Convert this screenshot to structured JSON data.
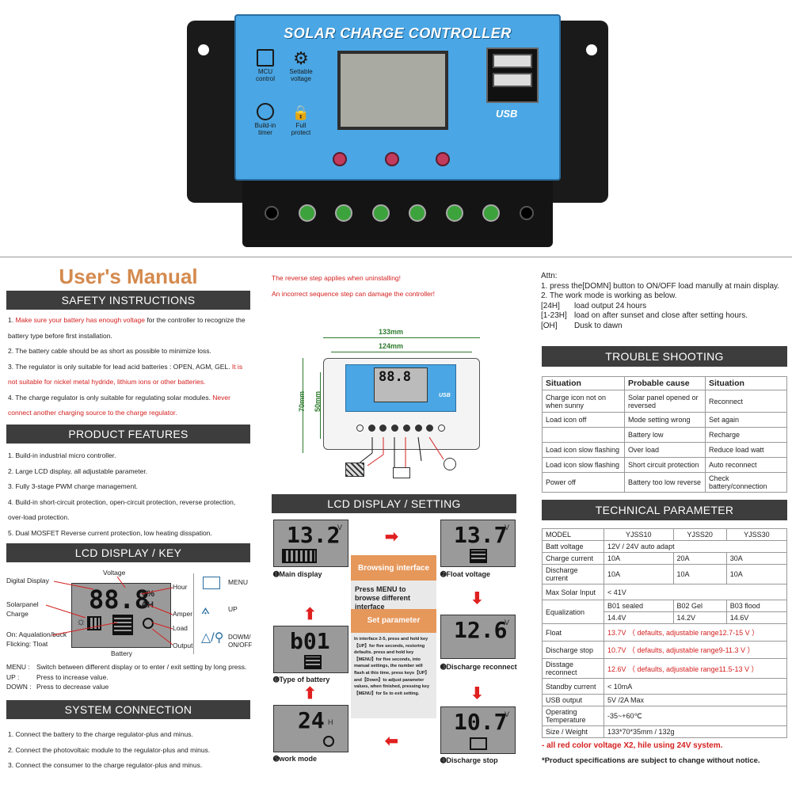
{
  "device": {
    "title": "SOLAR CHARGE CONTROLLER",
    "icons": [
      {
        "label": "MCU control"
      },
      {
        "label": "Settable voltage"
      },
      {
        "label": "Build-in timer"
      },
      {
        "label": "Full protect"
      }
    ],
    "usb": "USB"
  },
  "manual_title": "User's Manual",
  "safety": {
    "header": "SAFETY INSTRUCTIONS",
    "items": [
      {
        "pre": "1. ",
        "red": "Make sure your battery has enough voltage",
        "post": " for the controller to recognize the battery type before first installation."
      },
      {
        "pre": "2. The battery cable should be as short as possible to minimize loss.",
        "red": "",
        "post": ""
      },
      {
        "pre": "3. The regulator is only suitable for lead acid batteries : OPEN, AGM, GEL. ",
        "red": "It is not suitable for nickel metal hydride, lithium ions or other batteries.",
        "post": ""
      },
      {
        "pre": "4. The charge regulator is only suitable for regulating solar modules. ",
        "red": "Never connect another charging source to the charge regulator.",
        "post": ""
      }
    ]
  },
  "features": {
    "header": "PRODUCT FEATURES",
    "items": [
      "1. Build-in industrial micro controller.",
      "2. Large LCD display, all adjustable parameter.",
      "3. Fully 3-stage PWM charge management.",
      "4. Build-in short-circuit protection, open-circuit protection, reverse protection, over-load protection.",
      "5. Dual MOSFET Reverse current protection, low heating disspation."
    ]
  },
  "lcd_key": {
    "header": "LCD DISPLAY / KEY",
    "labels": {
      "digital": "Digital Display",
      "solar": "Solarpanel",
      "charge": "Charge",
      "voltage": "Voltage",
      "hour": "Hour",
      "amper": "Amper",
      "load": "Load",
      "output": "Output",
      "battery": "Battery",
      "aqua": "On: Aqualation/buck",
      "flick": "Flicking: Tloat"
    },
    "digits": "88.8",
    "units1": "V%",
    "units2": "AH",
    "keys": [
      {
        "label": "MENU"
      },
      {
        "label": "UP"
      },
      {
        "label": "DOWM/ ON/OFF"
      }
    ],
    "desc": [
      {
        "k": "MENU :",
        "v": "Switch between different display or to enter / exit setting by long press."
      },
      {
        "k": "UP :",
        "v": "Press to increase value."
      },
      {
        "k": "DOWN :",
        "v": "Press to decrease value"
      }
    ]
  },
  "system": {
    "header": "SYSTEM CONNECTION",
    "items": [
      "1. Connect the battery to the charge regulator-plus and minus.",
      "2. Connect the photovoltaic module to the regulator-plus and minus.",
      "3. Connect the consumer to the charge regulator-plus and minus."
    ]
  },
  "warnings": [
    "The reverse step applies when uninstalling!",
    "An incorrect sequence step can damage the controller!"
  ],
  "dims": {
    "w1": "133mm",
    "w2": "124mm",
    "h1": "70mm",
    "h2": "50mm"
  },
  "lcd_setting": {
    "header": "LCD DISPLAY / SETTING",
    "screens": [
      {
        "value": "13.2",
        "unit": "V",
        "caption": "Main display",
        "num": "1"
      },
      {
        "value": "13.7",
        "unit": "V",
        "caption": "Float voltage",
        "num": "2"
      },
      {
        "value": "12.6",
        "unit": "V",
        "caption": "Discharge reconnect",
        "num": "3"
      },
      {
        "value": "10.7",
        "unit": "V",
        "caption": "Discharge stop",
        "num": "4"
      },
      {
        "value": "24",
        "unit": "H",
        "caption": "work mode",
        "num": "5"
      },
      {
        "value": "b01",
        "unit": "",
        "caption": "Type of battery",
        "num": "6"
      }
    ],
    "browse_title": "Browsing interface",
    "browse_text": "Press MENU to browse different interface",
    "set_title": "Set parameter",
    "set_text": "In interface 2-5, press and hold key【UP】for five seconds, restoring defaults. press and hold key【MENU】for five seconds, into manual settings, the number will flash at this time, press keys【UP】and【Down】to adjust parameter values, when finished, pressing key【MENU】for 5s to exit setting."
  },
  "attn": {
    "title": "Attn:",
    "lines": [
      "1.   press the[DOMN] button to ON/OFF load manully at main display.",
      "2.   The work mode is working as below."
    ],
    "modes": [
      {
        "k": "[24H]",
        "v": "load output 24 hours"
      },
      {
        "k": "[1-23H]",
        "v": "load on after sunset and close after setting hours."
      },
      {
        "k": "[OH]",
        "v": "Dusk to dawn"
      }
    ]
  },
  "trouble": {
    "header": "TROUBLE SHOOTING",
    "cols": [
      "Situation",
      "Probable cause",
      "Situation"
    ],
    "rows": [
      [
        "Charge icon not on when sunny",
        "Solar panel opened or reversed",
        "Reconnect"
      ],
      [
        "Load icon off",
        "Mode setting wrong",
        "Set again"
      ],
      [
        "",
        "Battery low",
        "Recharge"
      ],
      [
        "Load icon slow flashing",
        "Over load",
        "Reduce load watt"
      ],
      [
        "Load icon slow flashing",
        "Short circuit protection",
        "Auto reconnect"
      ],
      [
        "Power off",
        "Battery too low reverse",
        "Check battery/connection"
      ]
    ]
  },
  "tech": {
    "header": "TECHNICAL PARAMETER",
    "model_row": [
      "MODEL",
      "YJSS10",
      "YJSS20",
      "YJSS30"
    ],
    "batt": [
      "Batt voltage",
      "12V / 24V auto adapt"
    ],
    "charge": [
      "Charge current",
      "10A",
      "20A",
      "30A"
    ],
    "discharge": [
      "Discharge current",
      "10A",
      "10A",
      "10A"
    ],
    "maxsolar": [
      "Max Solar Input",
      "< 41V"
    ],
    "equal": [
      "Equalization",
      "B01 sealed",
      "B02 Gel",
      "B03 flood"
    ],
    "equal_vals": [
      "14.4V",
      "14.2V",
      "14.6V"
    ],
    "float": [
      "Float",
      "13.7V （ defaults,  adjustable range12.7-15 V ）"
    ],
    "dstop": [
      "Discharge stop",
      "10.7V （ defaults,  adjustable range9-11.3 V ）"
    ],
    "drec": [
      "Disstage reconnect",
      "12.6V （ defaults,  adjustable range11.5-13 V ）"
    ],
    "standby": [
      "Standby current",
      "< 10mA"
    ],
    "usb": [
      "USB output",
      "5V /2A Max"
    ],
    "temp": [
      "Operating Temperature",
      "-35~+60℃"
    ],
    "size": [
      "Size / Weight",
      "133*70*35mm / 132g"
    ]
  },
  "notes": [
    "- all red color voltage X2,  hile using 24V system.",
    "*Product specifications are subject to change without notice."
  ],
  "colors": {
    "device_blue": "#4aa6e4",
    "bar": "#3d3d3d",
    "accent": "#d52020",
    "title_orange": "#d48a4e",
    "flow_orange": "#e6975a"
  }
}
